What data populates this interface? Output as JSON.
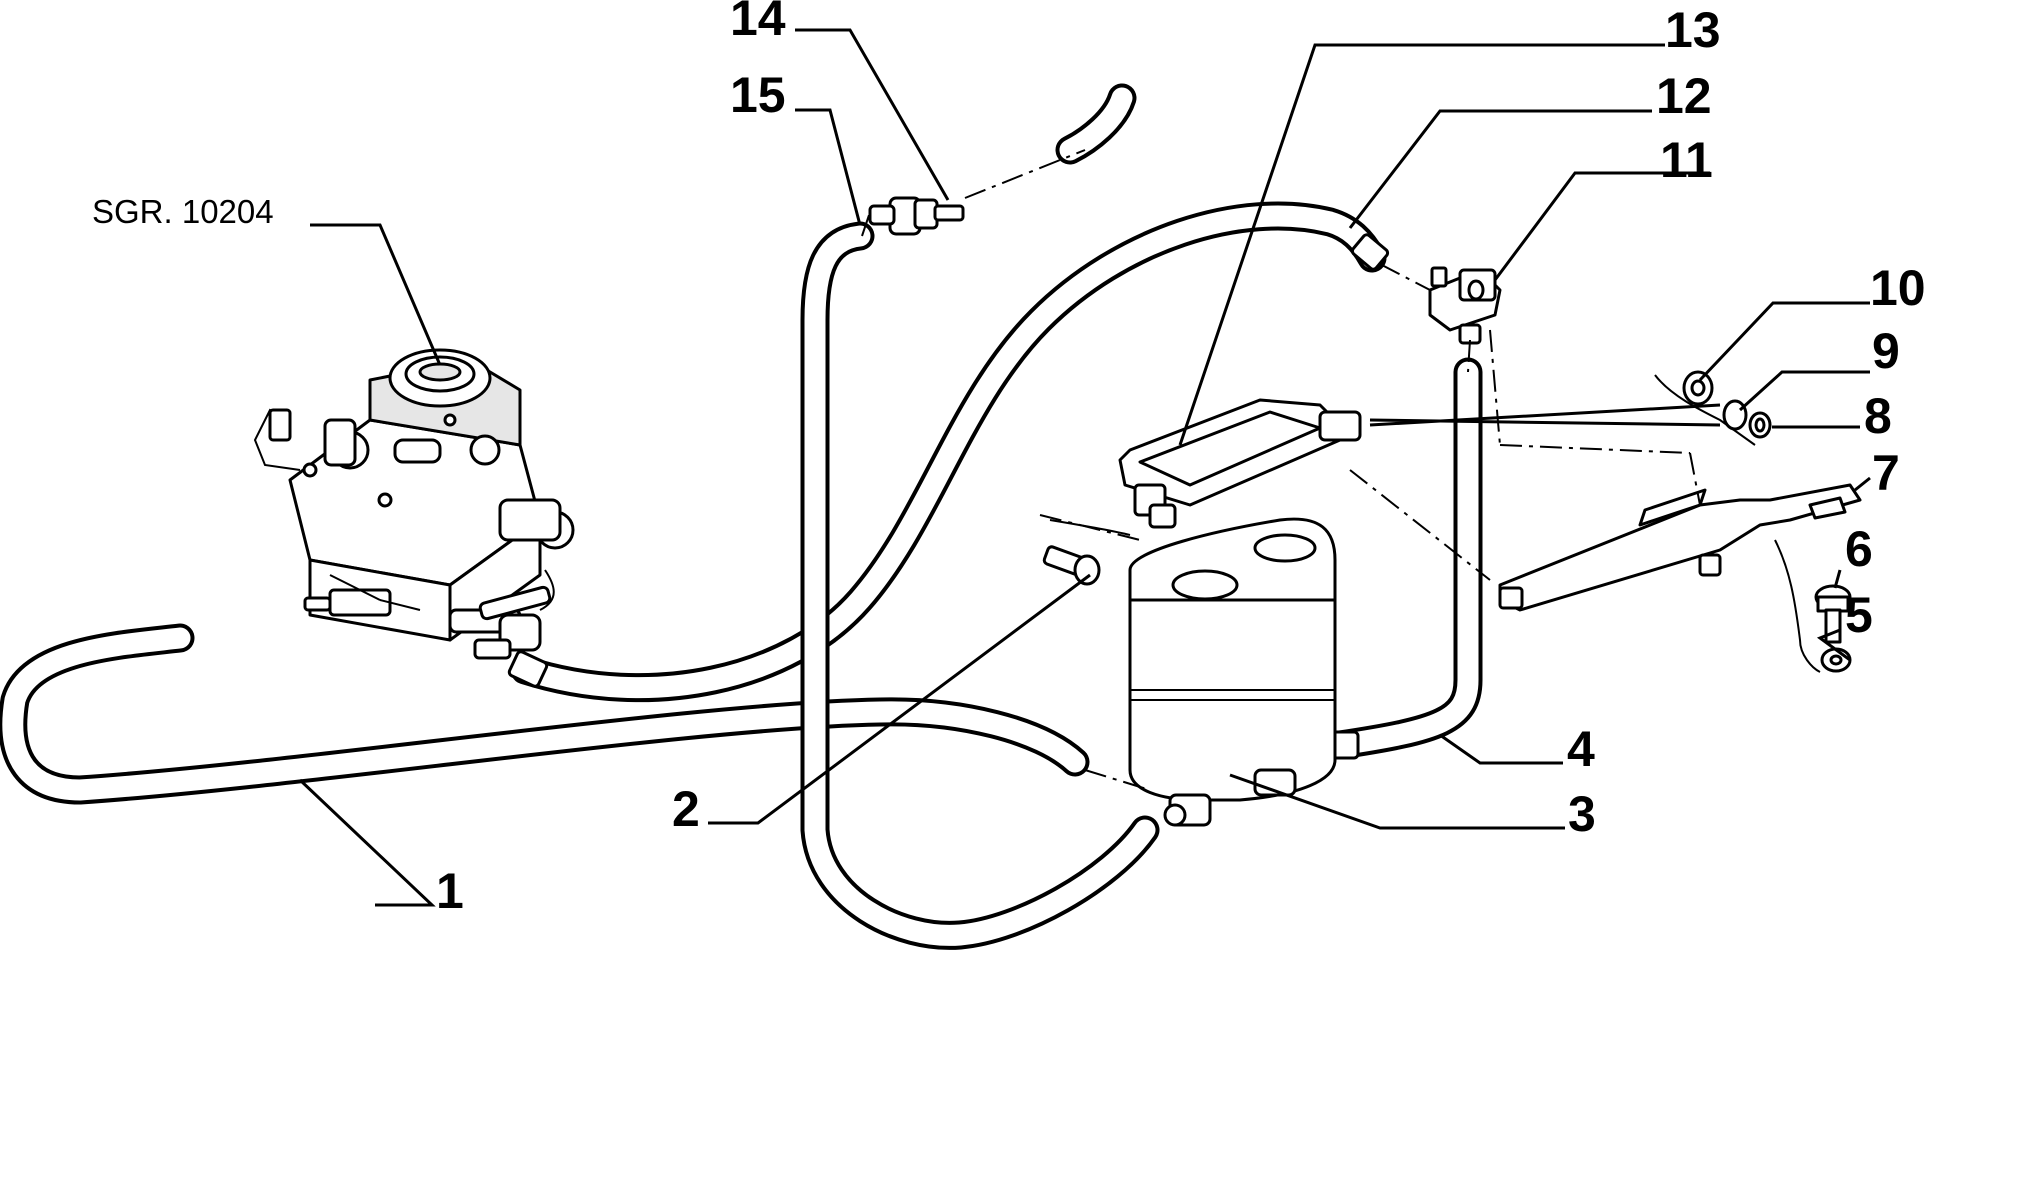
{
  "diagram": {
    "reference": "SGR. 10204",
    "callouts": [
      "1",
      "2",
      "3",
      "4",
      "5",
      "6",
      "7",
      "8",
      "9",
      "10",
      "11",
      "12",
      "13",
      "14",
      "15"
    ]
  }
}
